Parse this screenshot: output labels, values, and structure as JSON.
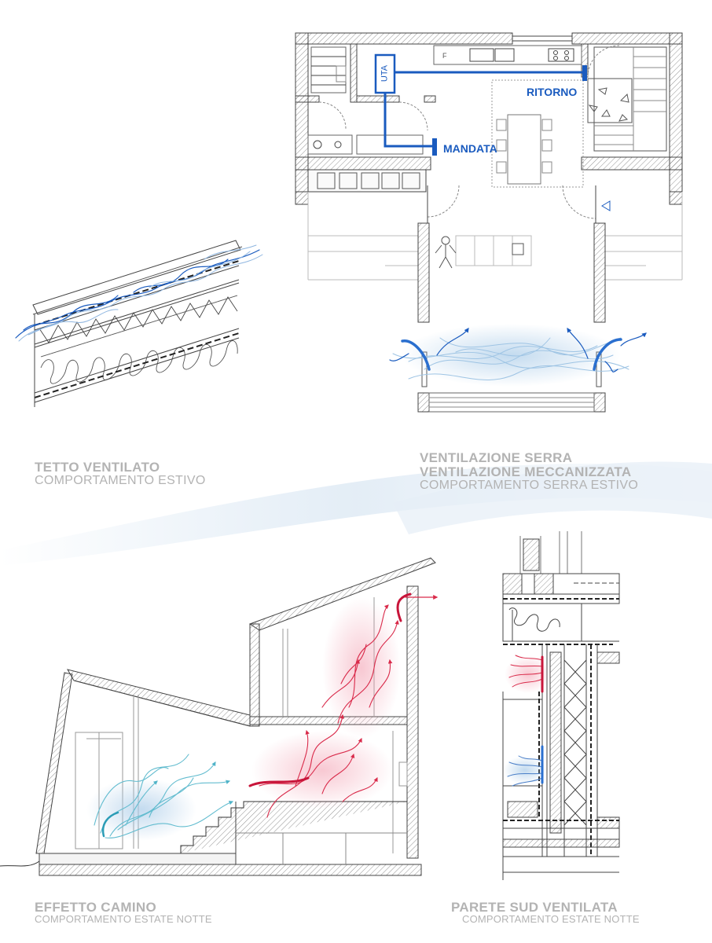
{
  "plan": {
    "uta_label": "UTA",
    "ritorno_label": "RITORNO",
    "mandata_label": "MANDATA",
    "fridge_label": "F"
  },
  "captions": {
    "roof_title": "TETTO VENTILATO",
    "roof_subtitle": "COMPORTAMENTO ESTIVO",
    "serra_title_1": "VENTILAZIONE SERRA",
    "serra_title_2": "VENTILAZIONE MECCANIZZATA",
    "serra_subtitle": "COMPORTAMENTO SERRA ESTIVO",
    "camino_title": "EFFETTO CAMINO",
    "camino_subtitle": "COMPORTAMENTO ESTATE NOTTE",
    "parete_title": "PARETE SUD VENTILATA",
    "parete_subtitle": "COMPORTAMENTO ESTATE NOTTE"
  },
  "colors": {
    "duct_blue": "#1a5bbf",
    "cool_air": "#4a7fc8",
    "cool_air_light": "#7fb6d9",
    "warm_air": "#d92a4a",
    "caption_gray": "#b3b3b3",
    "line_dark": "#333333"
  }
}
